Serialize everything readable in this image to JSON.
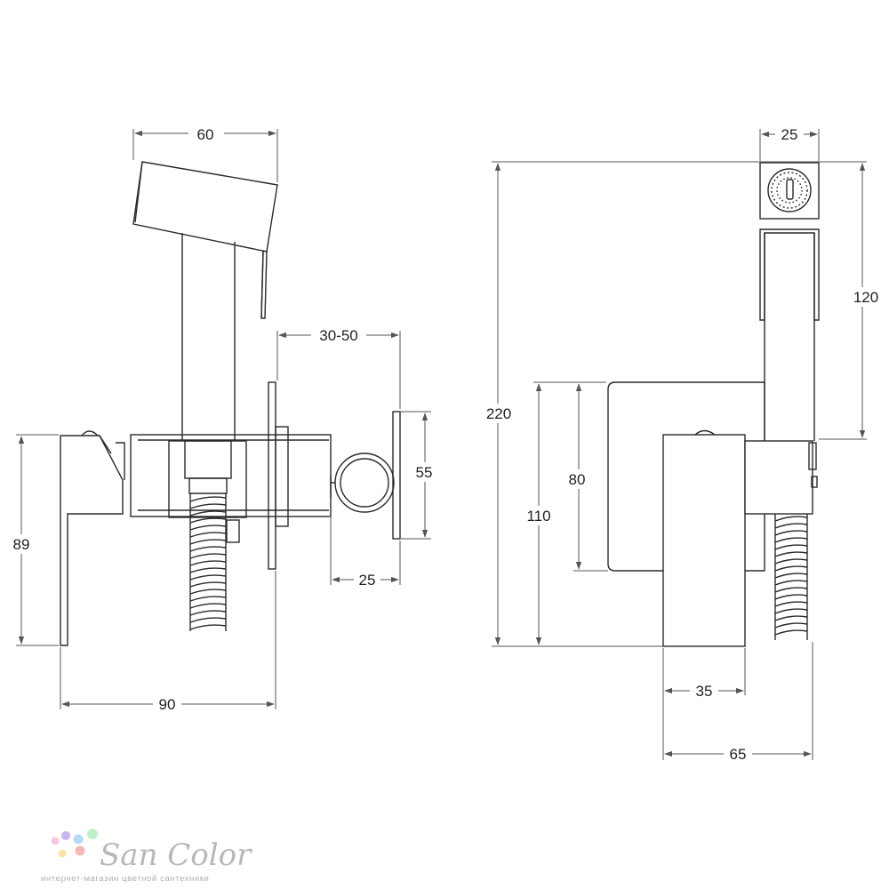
{
  "dimensions": {
    "handshower_width": "60",
    "wall_offset": "30-50",
    "holder_height": "55",
    "holder_depth": "25",
    "mixer_height": "89",
    "overall_depth": "90",
    "head_width": "25",
    "overall_height": "220",
    "handshower_height": "120",
    "plate_height": "110",
    "body_height": "80",
    "body_depth": "35",
    "total_depth": "65"
  },
  "logo": {
    "name": "San Color",
    "tagline": "интернет-магазин цветной сантехники",
    "dot_colors": [
      "#f7c6e0",
      "#c9b3f0",
      "#b7d8f7",
      "#bff0c8",
      "#fbe3a8",
      "#f6b8b8"
    ]
  },
  "colors": {
    "line": "#2a2a2a",
    "dim": "#555555"
  }
}
